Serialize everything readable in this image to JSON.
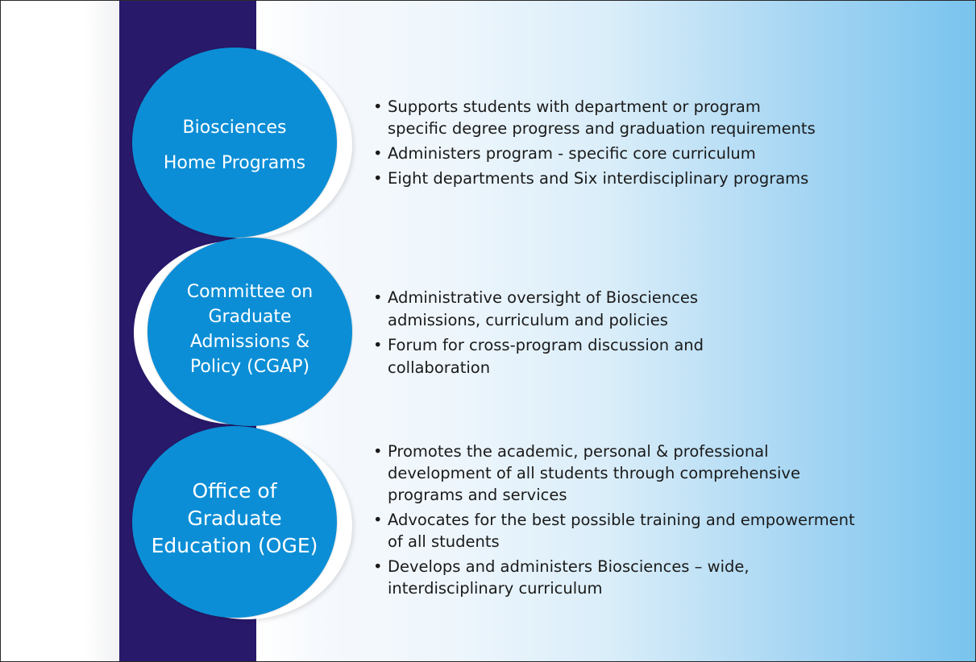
{
  "colors": {
    "band": "#29196b",
    "circle": "#0b8ed6",
    "gradient_end": "#78c3ee",
    "text": "#1a1a1a"
  },
  "nodes": [
    {
      "label_lines": [
        "Biosciences",
        "Home Programs"
      ],
      "bullets": [
        {
          "lines": [
            "Supports students with department or program",
            "specific degree progress and graduation requirements"
          ]
        },
        {
          "lines": [
            "Administers program - specific core curriculum"
          ]
        },
        {
          "lines": [
            "Eight departments and Six interdisciplinary programs"
          ]
        }
      ]
    },
    {
      "label_lines": [
        "Committee on",
        "Graduate",
        "Admissions &",
        "Policy (CGAP)"
      ],
      "bullets": [
        {
          "lines": [
            "Administrative oversight of Biosciences",
            "admissions, curriculum and policies"
          ]
        },
        {
          "lines": [
            "Forum for cross-program discussion and",
            "collaboration"
          ]
        }
      ]
    },
    {
      "label_lines": [
        "Office of",
        "Graduate",
        "Education (OGE)"
      ],
      "bullets": [
        {
          "lines": [
            "Promotes the academic, personal & professional",
            "development of all students through comprehensive",
            "programs and services"
          ]
        },
        {
          "lines": [
            "Advocates for the best possible training and empowerment",
            "of all students"
          ]
        },
        {
          "lines": [
            "Develops and administers Biosciences – wide,",
            "interdisciplinary curriculum"
          ]
        }
      ]
    }
  ]
}
